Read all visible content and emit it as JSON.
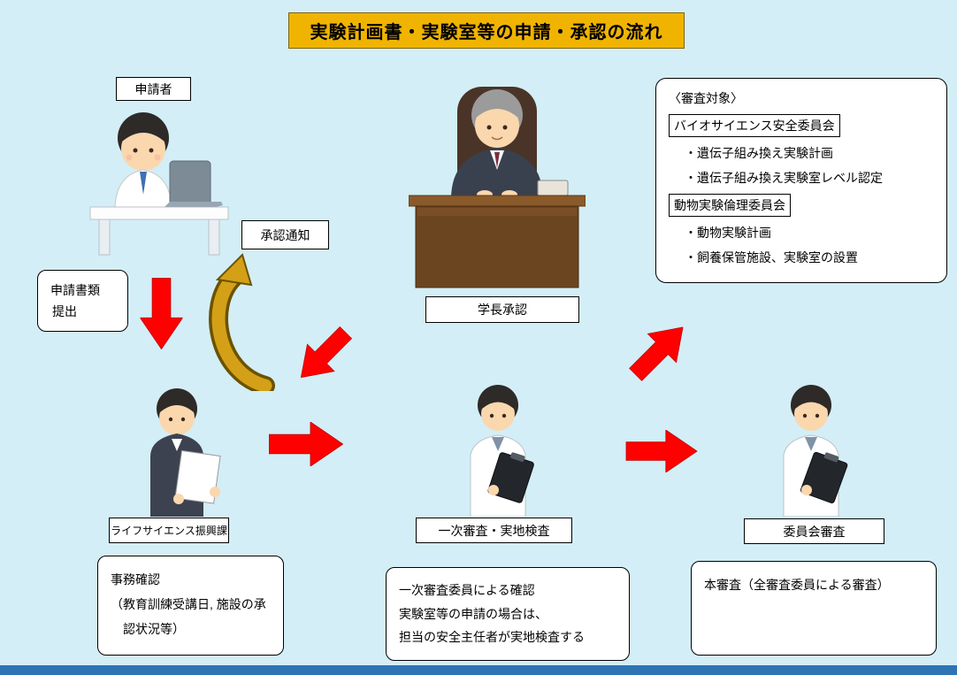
{
  "page": {
    "title": "実験計画書・実験室等の申請・承認の流れ"
  },
  "labels": {
    "applicant": "申請者",
    "approval_notice": "承認通知",
    "application_docs_line1": "申請書類",
    "application_docs_line2": "提出",
    "president_approval": "学長承認",
    "life_science_division": "ライフサイエンス振興課",
    "primary_review": "一次審査・実地検査",
    "committee_review": "委員会審査"
  },
  "review_target": {
    "heading": "〈審査対象〉",
    "committee1": "バイオサイエンス安全委員会",
    "committee1_items": [
      "・遺伝子組み換え実験計画",
      "・遺伝子組み換え実験室レベル認定"
    ],
    "committee2": "動物実験倫理委員会",
    "committee2_items": [
      "・動物実験計画",
      "・飼養保管施設、実験室の設置"
    ]
  },
  "notes": {
    "admin_check": [
      "事務確認",
      "（教育訓練受講日, 施設の承",
      "認状況等）"
    ],
    "primary_review_note": [
      "一次審査委員による確認",
      "実験室等の申請の場合は、",
      "担当の安全主任者が実地検査する"
    ],
    "main_review_note": "本審査（全審査委員による審査）"
  },
  "colors": {
    "background": "#d3eef6",
    "title_bg": "#f0b400",
    "arrow_red": "#fe0000",
    "arrow_gold": "#d4a017",
    "bottom_bar": "#2e74b5"
  }
}
